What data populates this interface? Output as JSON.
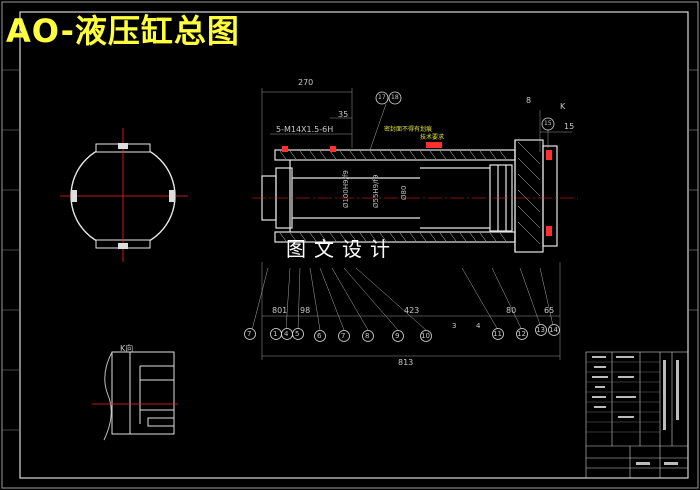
{
  "title": "AO-液压缸总图",
  "watermark": "图文设计",
  "dims": {
    "d270": "270",
    "d35": "35",
    "thread": "5-M14X1.5-6H",
    "d8": "8",
    "d15": "15",
    "d813": "813",
    "d423": "423",
    "d98": "98",
    "d801": "801",
    "d80": "80",
    "d65": "65",
    "kview": "K向",
    "k": "K"
  },
  "balloons_top": [
    "17",
    "18",
    "15"
  ],
  "balloons_bottom": [
    "7",
    "1",
    "4",
    "5",
    "6",
    "7",
    "8",
    "9",
    "10",
    "11",
    "12",
    "13",
    "14"
  ],
  "leaders_bottom": [
    "3",
    "4"
  ],
  "notes": [
    "密封面不得有划痕",
    "技术要求"
  ],
  "section_labels": [
    "Ø100H9/f9",
    "Ø55H9/f9",
    "Ø80"
  ]
}
